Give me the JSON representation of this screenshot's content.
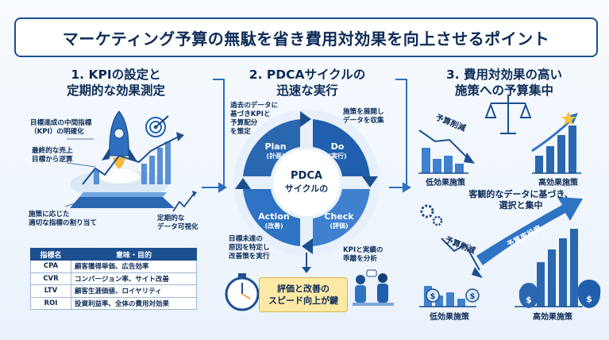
{
  "title": "マーケティング予算の無駄を省き費用対効果を向上させるポイント",
  "col1": {
    "heading_l1": "1. KPIの設定と",
    "heading_l2": "定期的な効果測定",
    "note1_l1": "目標達成の中間指標",
    "note1_l2": "（KPI）の明確化",
    "note2_l1": "最終的な売上",
    "note2_l2": "目標から逆算",
    "note3_l1": "施策に応じた",
    "note3_l2": "適切な指標の割り当て",
    "note4_l1": "定期的な",
    "note4_l2": "データ可視化",
    "table": {
      "headers": [
        "指標名",
        "意味・目的"
      ],
      "rows": [
        [
          "CPA",
          "顧客獲得単価、広告効率"
        ],
        [
          "CVR",
          "コンバージョン率、サイト改善"
        ],
        [
          "LTV",
          "顧客生涯価値、ロイヤリティ"
        ],
        [
          "ROI",
          "投資利益率、全体の費用対効果"
        ]
      ]
    }
  },
  "col2": {
    "heading_l1": "2. PDCAサイクルの",
    "heading_l2": "迅速な実行",
    "note_tl": [
      "過去のデータに",
      "基づきKPIと",
      "予算配分",
      "を策定"
    ],
    "note_tr": [
      "施策を展開し",
      "データを収集"
    ],
    "note_bl": [
      "目標未達の",
      "原因を特定し",
      "改善策を実行"
    ],
    "note_br": [
      "KPIと実績の",
      "乖離を分析"
    ],
    "plan": {
      "label": "Plan",
      "sub": "(計画)"
    },
    "do": {
      "label": "Do",
      "sub": "(実行)"
    },
    "check": {
      "label": "Check",
      "sub": "(評価)"
    },
    "action": {
      "label": "Action",
      "sub": "(改善)"
    },
    "center_l1": "PDCA",
    "center_l2": "サイクルの",
    "callout_l1": "評価と改善の",
    "callout_l2": "スピード向上が鍵"
  },
  "col3": {
    "heading_l1": "3. 費用対効果の高い",
    "heading_l2": "施策への予算集中",
    "cut_label_1": "予算削減",
    "cut_label_2": "予算削減",
    "low_label_1": "低効果施策",
    "high_label_1": "高効果施策",
    "mid_l1": "客観的なデータに基づき、",
    "mid_l2": "選択と集中",
    "reinvest_label": "予算再投資",
    "low_label_2": "低効果施策",
    "high_label_2": "高効果施策"
  },
  "colors": {
    "navy": "#0d2b57",
    "blue": "#1f5fae",
    "light_blue": "#5f9ddc",
    "accent_yellow": "#f4c542"
  }
}
